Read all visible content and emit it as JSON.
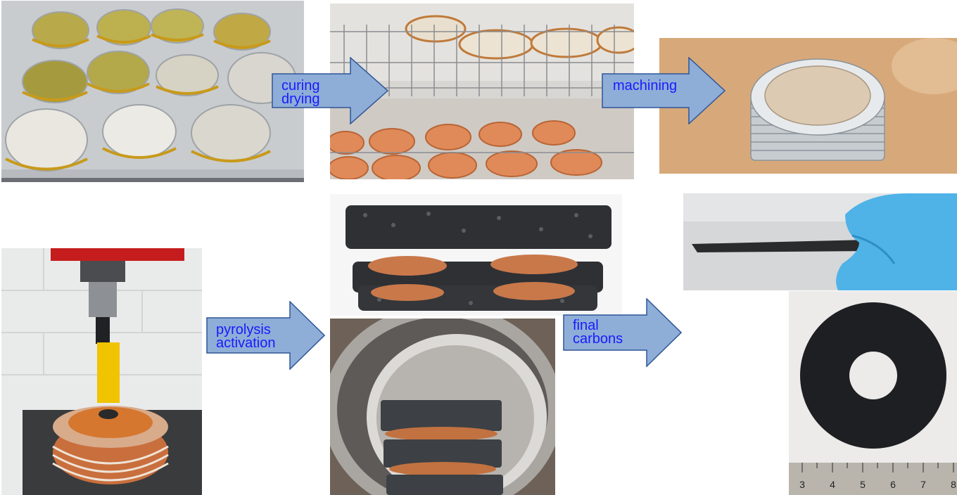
{
  "process_flow": {
    "steps": [
      {
        "id": "curing-drying",
        "lines": [
          "curing",
          "drying"
        ]
      },
      {
        "id": "machining",
        "lines": [
          "machining"
        ]
      },
      {
        "id": "pyrolysis-activation",
        "lines": [
          "pyrolysis",
          "activation"
        ]
      },
      {
        "id": "final-carbons",
        "lines": [
          "final",
          "carbons"
        ]
      }
    ]
  },
  "ruler": {
    "tick_labels": [
      "3",
      "4",
      "5",
      "6",
      "7",
      "8"
    ]
  },
  "colors": {
    "arrow_fill": "#8eaed8",
    "arrow_stroke": "#2f5597",
    "label_text": "#1a1aff",
    "resin_amber": "#c9a020",
    "resin_cured": "#e89a6a",
    "carbon_foam": "#2e3033",
    "metal_ring": "#c7ccd1",
    "glove_blue": "#4fb3e8"
  },
  "photos": [
    "petri-dishes-resin-photo",
    "oven-curing-photo",
    "machined-disc-in-ring-photo",
    "hole-saw-drilling-photo",
    "stacked-foam-discs-photo",
    "tube-furnace-photo",
    "carbon-strip-glove-photo",
    "carbon-ring-disc-photo"
  ]
}
